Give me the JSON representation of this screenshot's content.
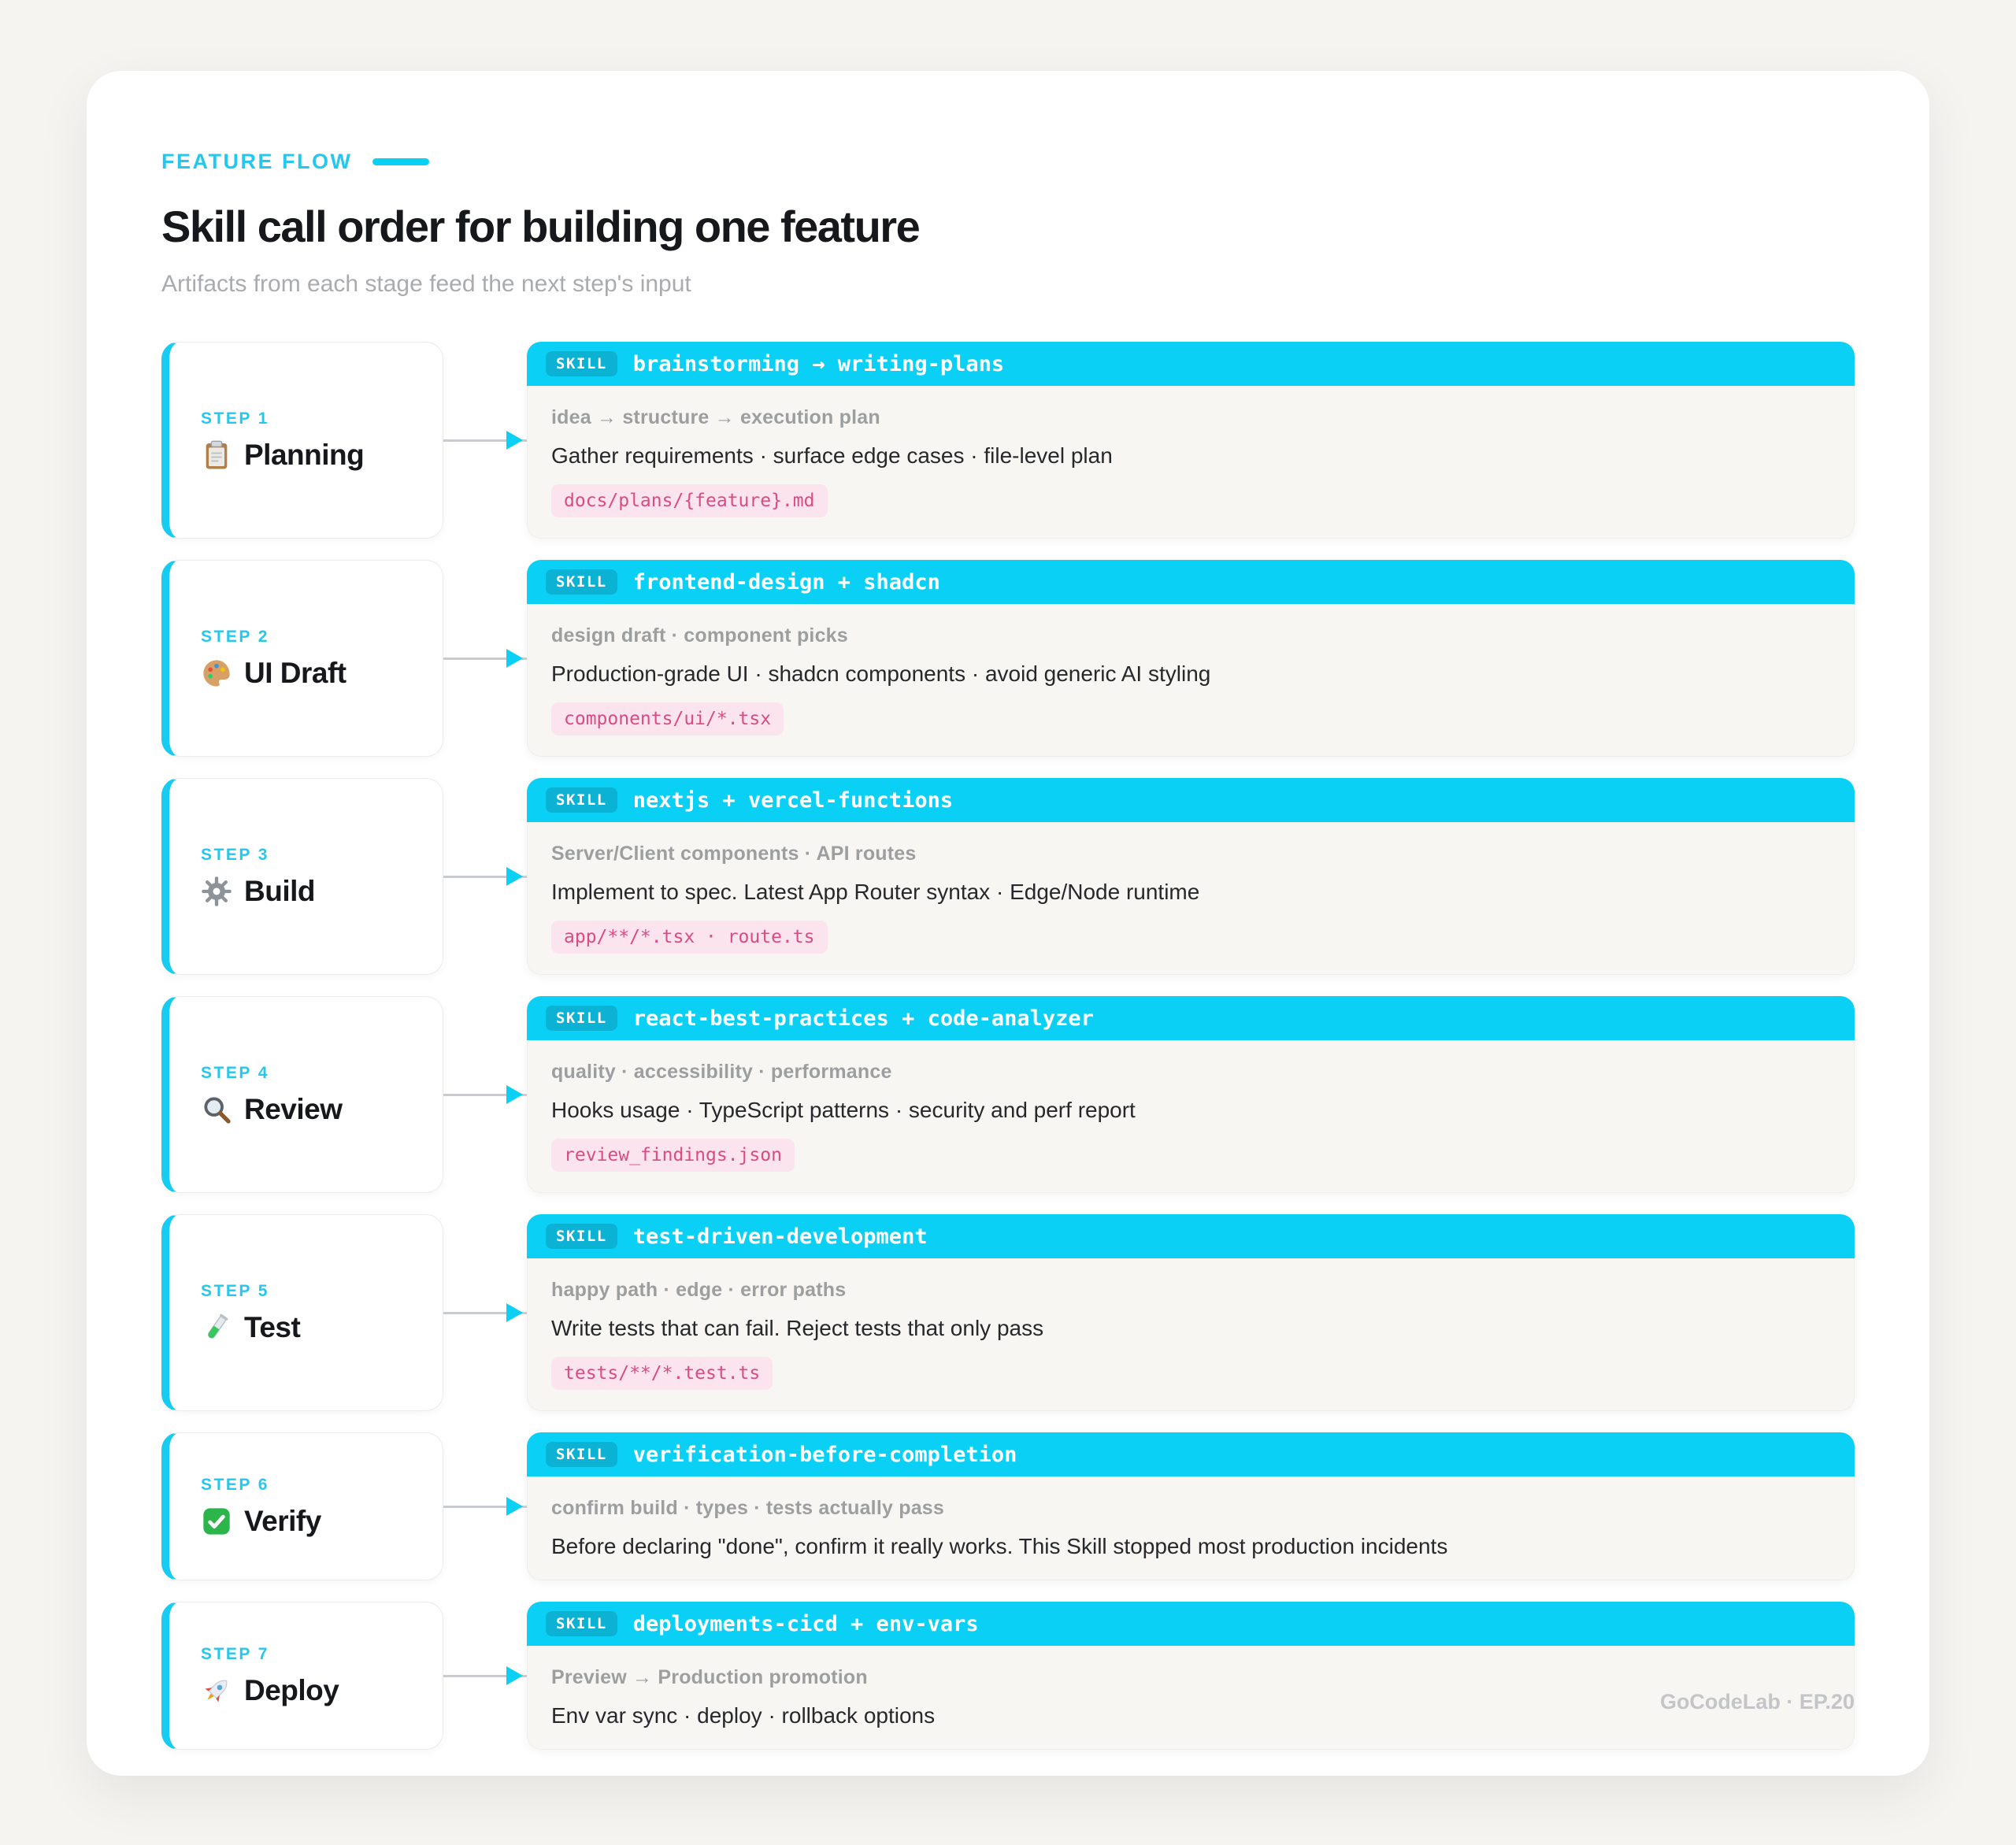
{
  "page": {
    "eyebrow": "FEATURE FLOW",
    "title": "Skill call order for building one feature",
    "subtitle": "Artifacts from each stage feed the next step's input",
    "footer": "GoCodeLab · EP.20"
  },
  "labels": {
    "skill_badge": "SKILL"
  },
  "colors": {
    "accent_cyan": "#0ad0f6",
    "accent_text_cyan": "#24c8ee",
    "badge_bg": "#0bb2d4",
    "pill_bg": "#fbe4ee",
    "pill_text": "#d94b84",
    "page_bg": "#f5f4f1",
    "skill_body_bg": "#f7f6f3",
    "meta_gray": "#9c9ea0",
    "text_dark": "#16181b",
    "footer_gray": "#c3c5c8"
  },
  "steps": [
    {
      "step": "STEP 1",
      "icon": "clipboard-icon",
      "name": "Planning",
      "skill": "brainstorming → writing-plans",
      "meta": "idea → structure → execution plan",
      "desc": "Gather requirements · surface edge cases · file-level plan",
      "artifact": "docs/plans/{feature}.md"
    },
    {
      "step": "STEP 2",
      "icon": "palette-icon",
      "name": "UI Draft",
      "skill": "frontend-design + shadcn",
      "meta": "design draft · component picks",
      "desc": "Production-grade UI · shadcn components · avoid generic AI styling",
      "artifact": "components/ui/*.tsx"
    },
    {
      "step": "STEP 3",
      "icon": "gear-icon",
      "name": "Build",
      "skill": "nextjs + vercel-functions",
      "meta": "Server/Client components · API routes",
      "desc": "Implement to spec. Latest App Router syntax · Edge/Node runtime",
      "artifact": "app/**/*.tsx · route.ts"
    },
    {
      "step": "STEP 4",
      "icon": "magnifier-icon",
      "name": "Review",
      "skill": "react-best-practices + code-analyzer",
      "meta": "quality · accessibility · performance",
      "desc": "Hooks usage · TypeScript patterns · security and perf report",
      "artifact": "review_findings.json"
    },
    {
      "step": "STEP 5",
      "icon": "test-tube-icon",
      "name": "Test",
      "skill": "test-driven-development",
      "meta": "happy path · edge · error paths",
      "desc": "Write tests that can fail. Reject tests that only pass",
      "artifact": "tests/**/*.test.ts"
    },
    {
      "step": "STEP 6",
      "icon": "check-icon",
      "name": "Verify",
      "skill": "verification-before-completion",
      "meta": "confirm build · types · tests actually pass",
      "desc": "Before declaring \"done\", confirm it really works. This Skill stopped most production incidents"
    },
    {
      "step": "STEP 7",
      "icon": "rocket-icon",
      "name": "Deploy",
      "skill": "deployments-cicd + env-vars",
      "meta": "Preview → Production promotion",
      "desc": "Env var sync · deploy · rollback options"
    }
  ]
}
